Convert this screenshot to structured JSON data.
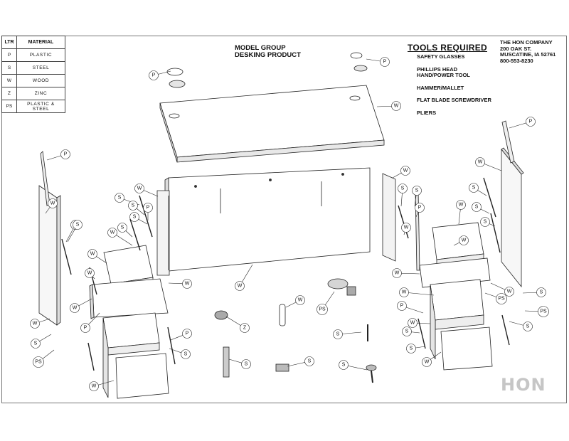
{
  "legend": {
    "header": {
      "ltr": "LTR",
      "material": "MATERIAL"
    },
    "rows": [
      {
        "ltr": "P",
        "material": "PLASTIC"
      },
      {
        "ltr": "S",
        "material": "STEEL"
      },
      {
        "ltr": "W",
        "material": "WOOD"
      },
      {
        "ltr": "Z",
        "material": "ZINC"
      },
      {
        "ltr": "PS",
        "material": "PLASTIC & STEEL"
      }
    ]
  },
  "model": {
    "line1": "MODEL GROUP",
    "line2": "DESKING PRODUCT"
  },
  "tools": {
    "title": "TOOLS REQUIRED",
    "items": [
      "SAFETY GLASSES",
      "PHILLIPS HEAD",
      "HAND/POWER TOOL",
      "HAMMER/MALLET",
      "FLAT BLADE SCREWDRIVER",
      "PLIERS"
    ]
  },
  "company": {
    "name": "THE HON COMPANY",
    "street": "200 OAK ST.",
    "city": "MUSCATINE, IA 52761",
    "phone": "800-553-8230"
  },
  "logo": "HON",
  "callouts": [
    {
      "id": "p-grommet-top",
      "text": "P"
    },
    {
      "id": "p-grommet-right",
      "text": "P"
    },
    {
      "id": "w-top",
      "text": "W"
    },
    {
      "id": "p-rail-right",
      "text": "P"
    },
    {
      "id": "p-rail-left",
      "text": "P"
    },
    {
      "id": "w-side-left",
      "text": "W"
    },
    {
      "id": "s-l1",
      "text": "S"
    },
    {
      "id": "s-l2",
      "text": "S"
    },
    {
      "id": "s-l3",
      "text": "S"
    },
    {
      "id": "s-l4",
      "text": "S"
    },
    {
      "id": "w-l1",
      "text": "W"
    },
    {
      "id": "p-l1",
      "text": "P"
    },
    {
      "id": "w-l2",
      "text": "W"
    },
    {
      "id": "w-l3",
      "text": "W"
    },
    {
      "id": "s-l5",
      "text": "S"
    },
    {
      "id": "w-l4",
      "text": "W"
    },
    {
      "id": "w-l5",
      "text": "W"
    },
    {
      "id": "w-l6",
      "text": "W"
    },
    {
      "id": "p-l2",
      "text": "P"
    },
    {
      "id": "w-l7",
      "text": "W"
    },
    {
      "id": "s-l6",
      "text": "S"
    },
    {
      "id": "ps-l1",
      "text": "PS"
    },
    {
      "id": "w-l8",
      "text": "W"
    },
    {
      "id": "p-l3",
      "text": "P"
    },
    {
      "id": "s-l7",
      "text": "S"
    },
    {
      "id": "w-l9",
      "text": "W"
    },
    {
      "id": "w-modesty",
      "text": "W"
    },
    {
      "id": "ps-cam",
      "text": "PS"
    },
    {
      "id": "w-dowel",
      "text": "W"
    },
    {
      "id": "z-lock",
      "text": "Z"
    },
    {
      "id": "s-bolt",
      "text": "S"
    },
    {
      "id": "s-spring",
      "text": "S"
    },
    {
      "id": "s-screw1",
      "text": "S"
    },
    {
      "id": "s-screw2",
      "text": "S"
    },
    {
      "id": "w-r1",
      "text": "W"
    },
    {
      "id": "s-r1",
      "text": "S"
    },
    {
      "id": "s-r2",
      "text": "S"
    },
    {
      "id": "p-r1",
      "text": "P"
    },
    {
      "id": "w-r2",
      "text": "W"
    },
    {
      "id": "w-r3",
      "text": "W"
    },
    {
      "id": "w-r4",
      "text": "W"
    },
    {
      "id": "s-r3",
      "text": "S"
    },
    {
      "id": "s-r4",
      "text": "S"
    },
    {
      "id": "w-r5",
      "text": "W"
    },
    {
      "id": "s-r5",
      "text": "S"
    },
    {
      "id": "w-r6",
      "text": "W"
    },
    {
      "id": "w-r7",
      "text": "W"
    },
    {
      "id": "w-r8",
      "text": "W"
    },
    {
      "id": "p-r2",
      "text": "P"
    },
    {
      "id": "ps-r1",
      "text": "PS"
    },
    {
      "id": "s-r6",
      "text": "S"
    },
    {
      "id": "ps-r2",
      "text": "PS"
    },
    {
      "id": "s-r7",
      "text": "S"
    },
    {
      "id": "w-r9",
      "text": "W"
    },
    {
      "id": "s-r8",
      "text": "S"
    },
    {
      "id": "w-r10",
      "text": "W"
    },
    {
      "id": "s-r9",
      "text": "S"
    }
  ]
}
